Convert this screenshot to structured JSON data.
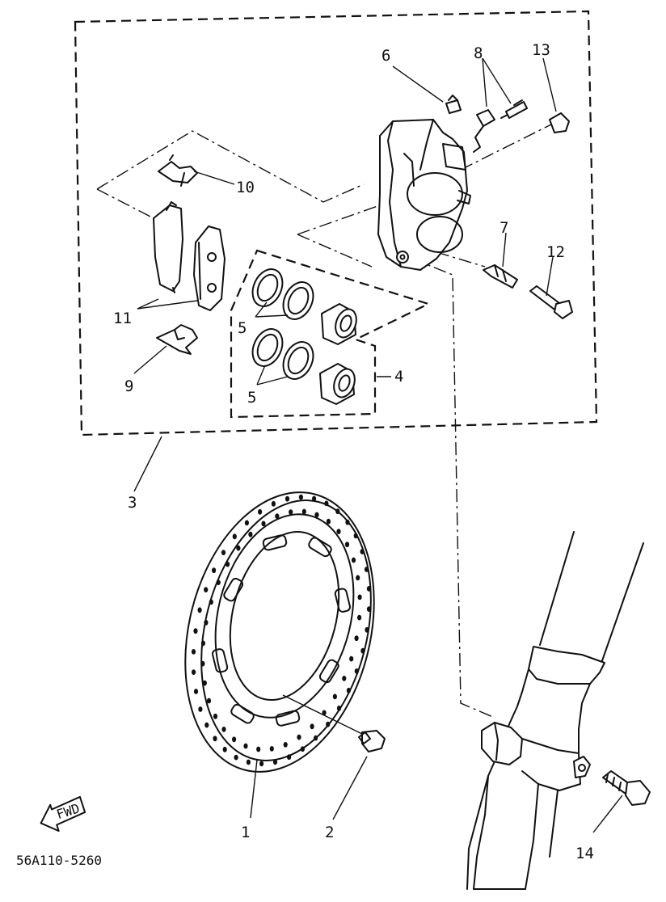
{
  "callouts": {
    "c1": "1",
    "c2": "2",
    "c3": "3",
    "c4": "4",
    "c5a": "5",
    "c5b": "5",
    "c6": "6",
    "c7": "7",
    "c8": "8",
    "c9": "9",
    "c10": "10",
    "c11": "11",
    "c12": "12",
    "c13": "13",
    "c14": "14"
  },
  "fwd_arrow_text": "FWD",
  "part_code": "56A110-5260"
}
